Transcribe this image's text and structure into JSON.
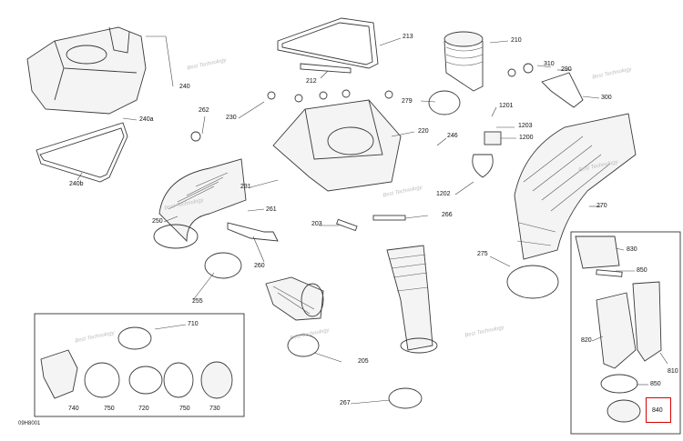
{
  "figure_code": "09H8001",
  "watermark_text": "Best Technology",
  "highlight_color": "#d90000",
  "callouts": {
    "c210": "210",
    "c213": "213",
    "c212": "212",
    "c240": "240",
    "c240a": "240a",
    "c240b": "240b",
    "c230": "230",
    "c262": "262",
    "c231": "231",
    "c261": "261",
    "c250": "250",
    "c260": "260",
    "c255": "255",
    "c220": "220",
    "c279": "279",
    "c246": "246",
    "c1201": "1201",
    "c1203": "1203",
    "c1200": "1200",
    "c1202": "1202",
    "c310": "310",
    "c290": "290",
    "c300": "300",
    "c270": "270",
    "c203": "203",
    "c266": "266",
    "c275": "275",
    "c205": "205",
    "c267": "267",
    "c710": "710",
    "c740": "740",
    "c750a": "750",
    "c720": "720",
    "c750b": "750",
    "c730": "730",
    "c830": "830",
    "c850a": "850",
    "c820": "820",
    "c810": "810",
    "c850b": "850",
    "c840": "840"
  }
}
